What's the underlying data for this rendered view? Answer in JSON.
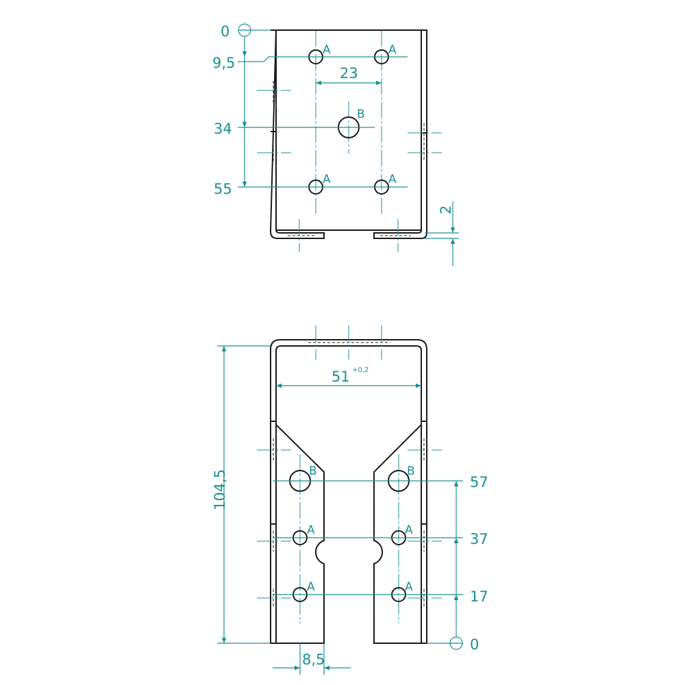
{
  "top_view": {
    "dims": {
      "origin": "0",
      "row1": "9,5",
      "row2": "34",
      "row3": "55",
      "spacing": "23",
      "thickness": "2"
    },
    "hole_labels": {
      "a": "A",
      "b": "B"
    }
  },
  "bottom_view": {
    "dims": {
      "height": "104,5",
      "width": "51",
      "width_tol": "+0,2",
      "row3": "57",
      "row2": "37",
      "row1": "17",
      "origin": "0",
      "edge": "8,5"
    },
    "hole_labels": {
      "a": "A",
      "b": "B"
    }
  },
  "colors": {
    "dimension": "#1a9090",
    "outline": "#1a1a1a"
  }
}
